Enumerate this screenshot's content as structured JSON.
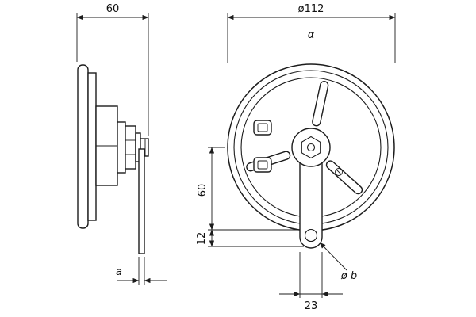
{
  "drawing": {
    "background": "#ffffff",
    "line_color": "#1c1c1c",
    "dimensions": {
      "side_width": "60",
      "front_diameter": "ø112",
      "angle_alpha": "α",
      "center_to_bottom": "60",
      "bottom_offset": "12",
      "bracket_hole_diameter": "ø b",
      "bracket_width": "23",
      "bracket_thickness": "a"
    }
  }
}
